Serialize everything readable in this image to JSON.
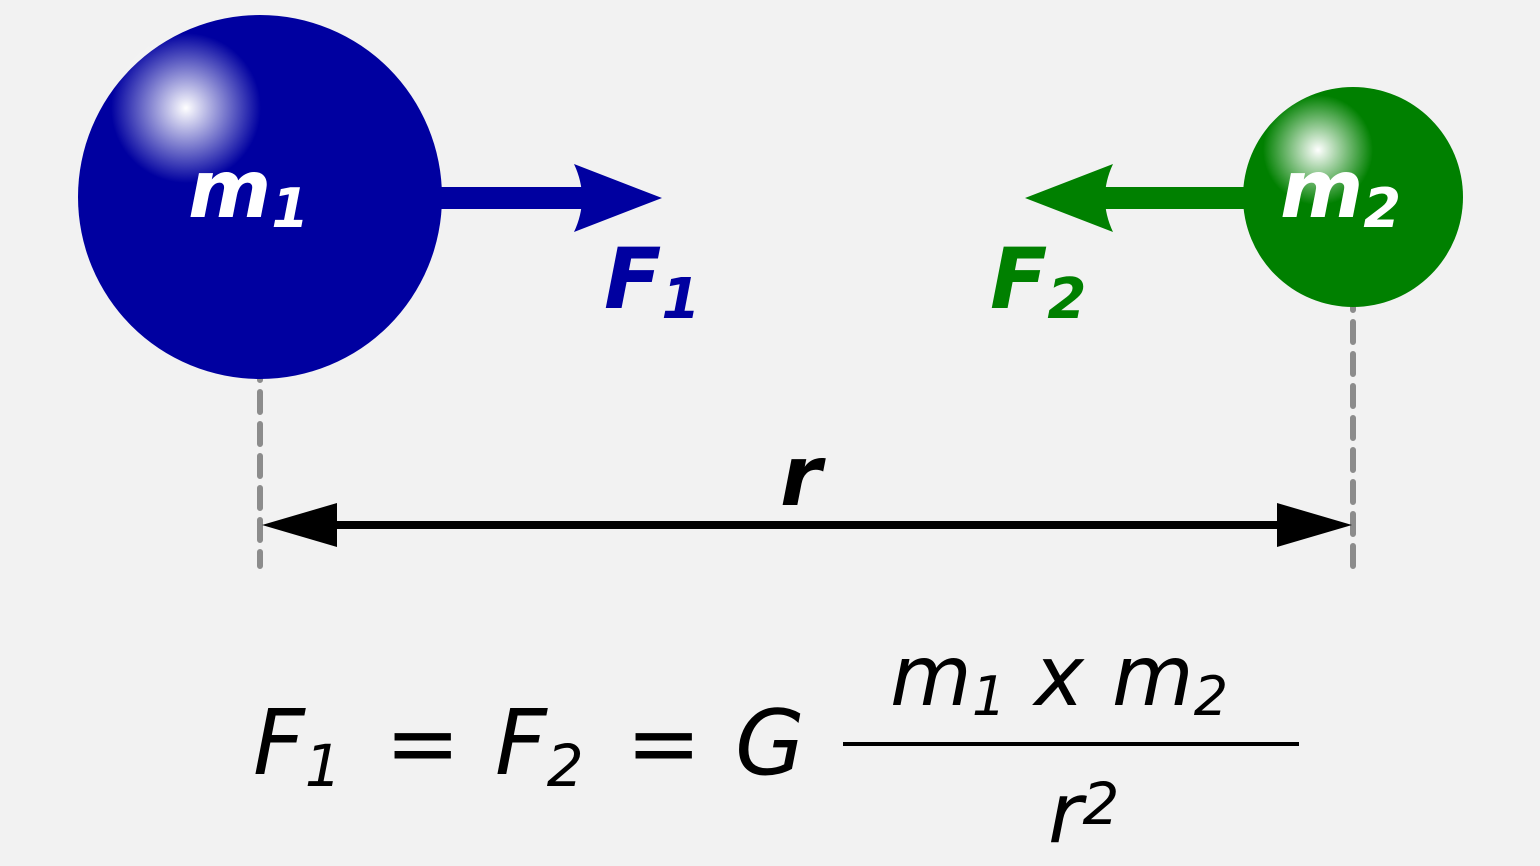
{
  "colors": {
    "background": "#f2f2f2",
    "mass1": "#0000a0",
    "mass2": "#008000",
    "guide": "#8c8c8c",
    "distance": "#000000"
  },
  "mass1": {
    "symbol": "m",
    "subscript": "1"
  },
  "mass2": {
    "symbol": "m",
    "subscript": "2"
  },
  "force1": {
    "symbol": "F",
    "subscript": "1"
  },
  "force2": {
    "symbol": "F",
    "subscript": "2"
  },
  "distance": {
    "label": "r"
  },
  "equation": {
    "lhs1_symbol": "F",
    "lhs1_subscript": "1",
    "equals1": "=",
    "lhs2_symbol": "F",
    "lhs2_subscript": "2",
    "equals2": "=",
    "constant": "G",
    "numerator_m1": "m",
    "numerator_m1_sub": "1",
    "numerator_times": "x",
    "numerator_m2": "m",
    "numerator_m2_sub": "2",
    "denominator": "r",
    "denominator_exp": "2"
  }
}
